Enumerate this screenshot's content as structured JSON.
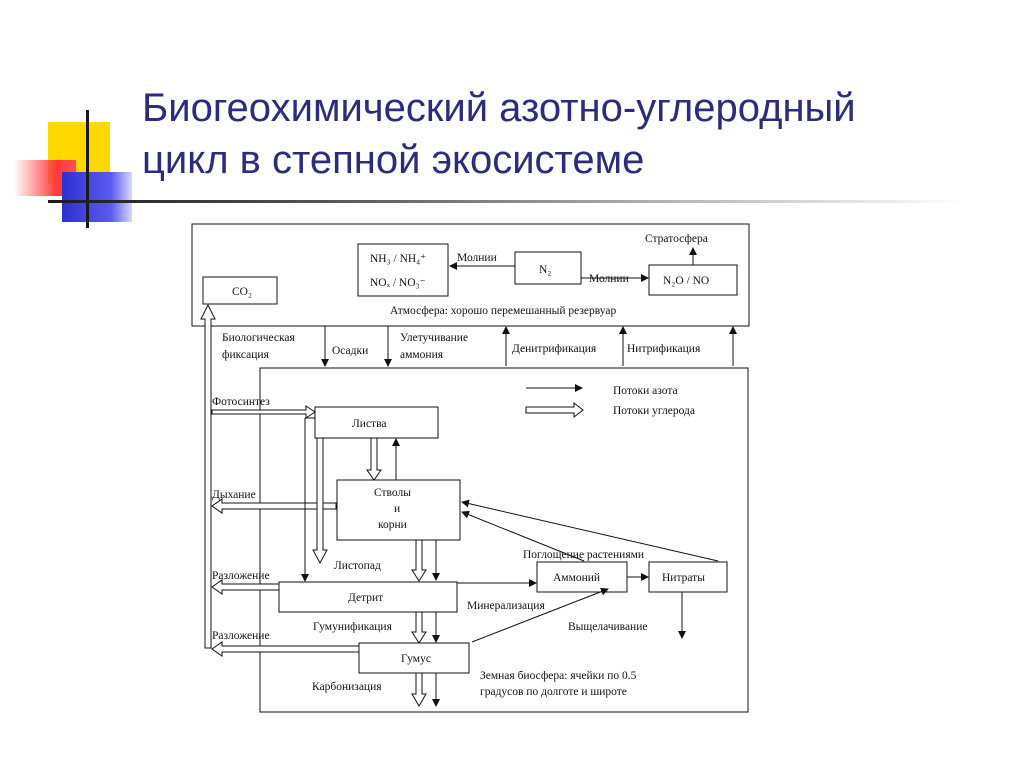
{
  "slide": {
    "title_line1": "Биогеохимический азотно-углеродный",
    "title_line2": "цикл в степной экосистеме"
  },
  "diagram": {
    "atmosphere": {
      "nh3_nh4": "NH₃ / NH₄⁺",
      "nox_no3": "NOₓ / NO₃⁻",
      "n2": "N₂",
      "n2o_no": "N₂O / NO",
      "co2": "CO₂",
      "stratosphere": "Стратосфера",
      "lightning_1": "Молнии",
      "lightning_2": "Молнии",
      "reservoir": "Атмосфера: хорошо перемешанный резервуар"
    },
    "exchange": {
      "bio_fix_1": "Биологическая",
      "bio_fix_2": "фиксация",
      "precip": "Осадки",
      "volat_1": "Улетучивание",
      "volat_2": "аммония",
      "denitr": "Денитрификация",
      "nitr": "Нитрификация"
    },
    "legend": {
      "nitrogen": "Потоки азота",
      "carbon": "Потоки углерода"
    },
    "biosphere": {
      "photosynthesis": "Фотосинтез",
      "foliage": "Листва",
      "respiration": "Дыхание",
      "stems_1": "Стволы",
      "stems_2": "и",
      "stems_3": "корни",
      "litterfall": "Листопад",
      "uptake": "Поглощение растениями",
      "decomp_1": "Разложение",
      "ammonium": "Аммоний",
      "nitrates": "Нитраты",
      "detritus": "Детрит",
      "mineral": "Минерализация",
      "humif": "Гумунификация",
      "leaching": "Выщелачивание",
      "decomp_2": "Разложение",
      "humus": "Гумус",
      "carbon_fix": "Карбонизация",
      "grid_1": "Земная биосфера: ячейки по 0.5",
      "grid_2": "градусов по долготе и широте"
    }
  }
}
